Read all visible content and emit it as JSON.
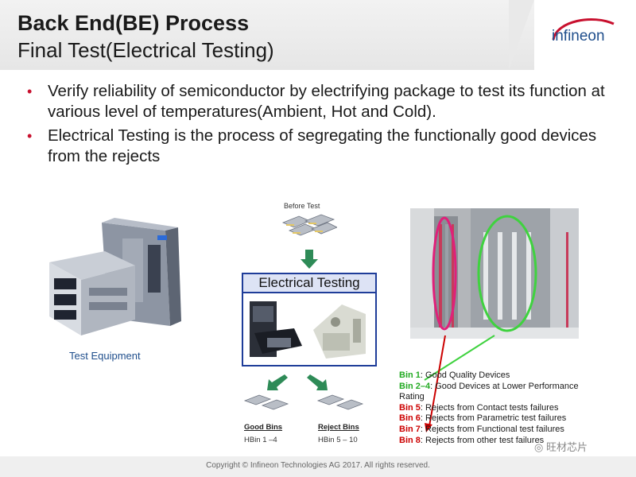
{
  "header": {
    "title": "Back End(BE) Process",
    "subtitle": "Final Test(Electrical Testing)",
    "logo_text": "infineon",
    "band_color": "#e9e9e9",
    "logo_color": "#1f4e8c",
    "logo_arc_color": "#c8102e"
  },
  "bullets": [
    "Verify reliability of semiconductor by electrifying package to test its function at various level of temperatures(Ambient, Hot and Cold).",
    "Electrical Testing is the process of segregating the functionally good devices from the rejects"
  ],
  "equipment": {
    "caption": "Test Equipment",
    "icon": "test-handler-machine"
  },
  "flow": {
    "before_label": "Before Test",
    "box_title": "Electrical Testing",
    "good_label": "Good Bins",
    "good_sub": "HBin 1 –4",
    "reject_label": "Reject Bins",
    "reject_sub": "HBin 5 – 10",
    "arrow_color": "#2e8b57",
    "box_border_color": "#1f3d99"
  },
  "legend": {
    "rows": [
      {
        "bin": "Bin 1",
        "text": ": Good Quality Devices",
        "kind": "good"
      },
      {
        "bin": "Bin 2–4",
        "text": ": Good Devices at Lower Performance",
        "kind": "good"
      },
      {
        "bin": "",
        "text": "Rating",
        "kind": "plain"
      },
      {
        "bin": "Bin 5",
        "text": ": Rejects from Contact tests failures",
        "kind": "reject"
      },
      {
        "bin": "Bin 6",
        "text": ": Rejects from Parametric test failures",
        "kind": "reject"
      },
      {
        "bin": "Bin 7",
        "text": ": Rejects from Functional test failures",
        "kind": "reject"
      },
      {
        "bin": "Bin 8",
        "text": ": Rejects from other test failures",
        "kind": "reject"
      }
    ],
    "good_color": "#22aa22",
    "reject_color": "#cc0000"
  },
  "footer": {
    "copyright": "Copyright © Infineon Technologies AG 2017. All rights reserved.",
    "watermark": "旺材芯片"
  }
}
